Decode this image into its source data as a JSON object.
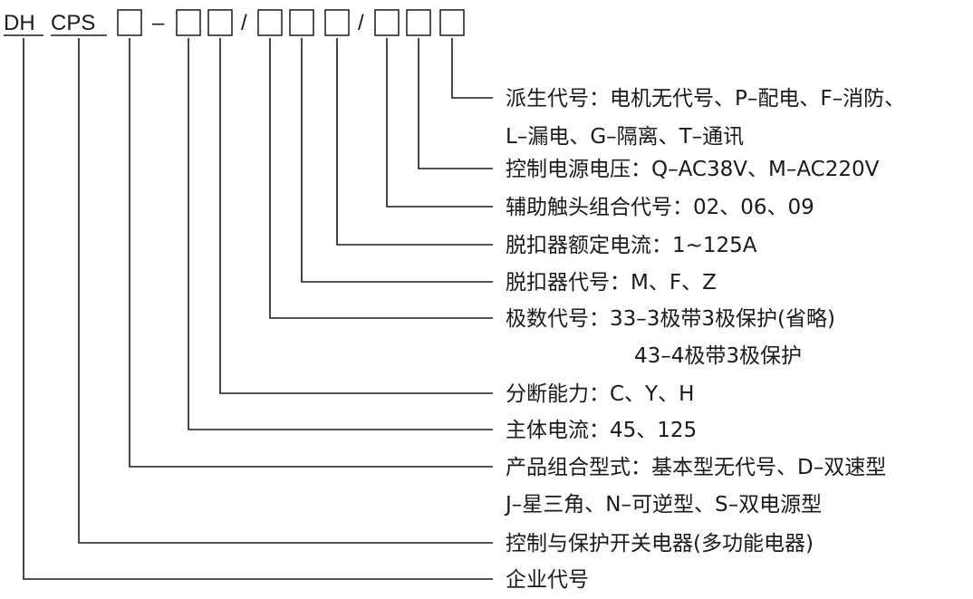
{
  "code": {
    "prefix1": "DH",
    "prefix2": "CPS",
    "dash": "–",
    "slash1": "/",
    "slash2": "/"
  },
  "labels": [
    {
      "line1": "派生代号：电机无代号、P–配电、F–消防、",
      "line2": "L–漏电、G–隔离、T–通讯"
    },
    {
      "line1": "控制电源电压：Q–AC38V、M–AC220V"
    },
    {
      "line1": "辅助触头组合代号：02、06、09"
    },
    {
      "line1": "脱扣器额定电流：1~125A"
    },
    {
      "line1": "脱扣器代号：M、F、Z"
    },
    {
      "line1": "极数代号：33–3极带3极保护(省略)",
      "line2": "43–4极带3极保护"
    },
    {
      "line1": "分断能力：C、Y、H"
    },
    {
      "line1": "主体电流：45、125"
    },
    {
      "line1": "产品组合型式：基本型无代号、D–双速型",
      "line2": "J–星三角、N–可逆型、S–双电源型"
    },
    {
      "line1": "控制与保护开关电器(多功能电器)"
    },
    {
      "line1": "企业代号"
    }
  ]
}
